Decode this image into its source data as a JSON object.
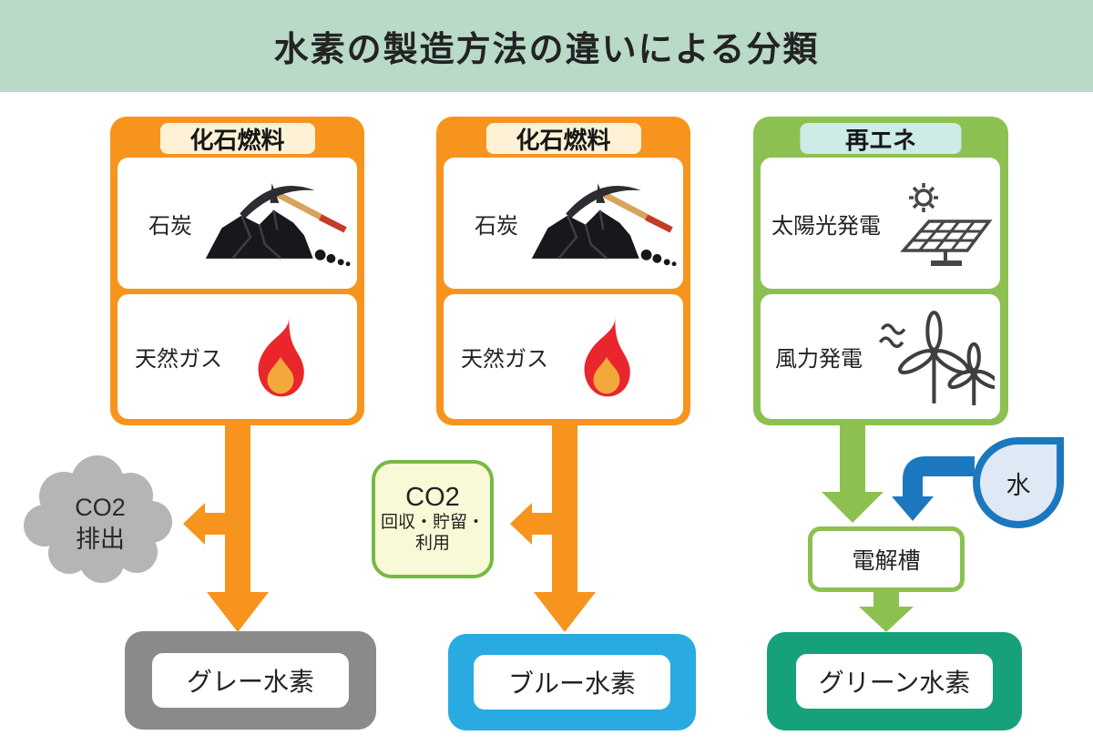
{
  "title": "水素の製造方法の違いによる分類",
  "colors": {
    "banner_bg": "#b8dac7",
    "fossil_orange": "#f7941e",
    "renewable_green": "#8cc152",
    "blue_hydrogen": "#29abe2",
    "green_hydrogen_teal": "#17a17b",
    "gray_hydrogen": "#8a8a8a",
    "co2_cloud_gray": "#b5b5b5",
    "water_blue": "#1b78be",
    "header_cream": "#fdf2d5",
    "header_mint": "#cdebe7",
    "capture_box_fill": "#f8f9d6",
    "capture_box_border": "#77b843"
  },
  "col_fossil_1": {
    "header": "化石燃料",
    "source_coal": "石炭",
    "source_gas": "天然ガス",
    "cloud_line1": "CO2",
    "cloud_line2": "排出",
    "result": "グレー水素"
  },
  "col_fossil_2": {
    "header": "化石燃料",
    "source_coal": "石炭",
    "source_gas": "天然ガス",
    "capture_line1": "CO2",
    "capture_line2": "回収・貯留・",
    "capture_line3": "利用",
    "result": "ブルー水素"
  },
  "col_renewable": {
    "header": "再エネ",
    "source_solar": "太陽光発電",
    "source_wind": "風力発電",
    "water": "水",
    "electrolyzer": "電解槽",
    "result": "グリーン水素"
  }
}
